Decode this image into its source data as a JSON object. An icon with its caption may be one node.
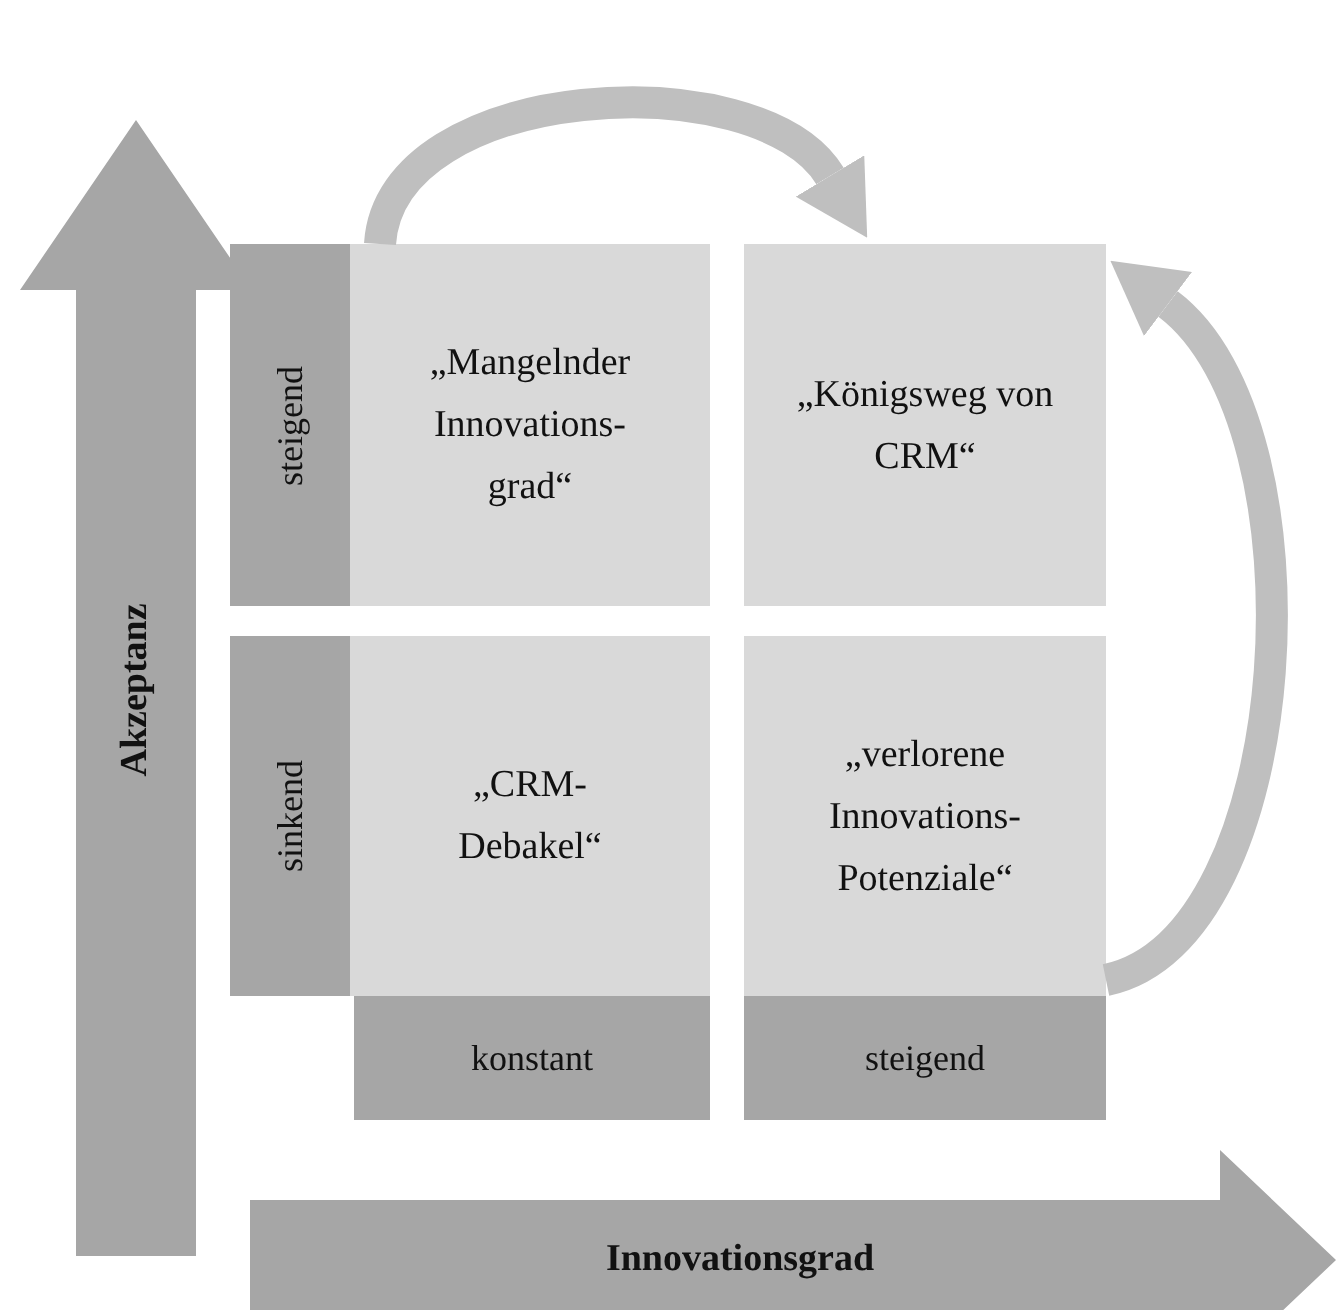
{
  "diagram": {
    "nodes": [
      {
        "text": [
          "„Mangelnder Innovations-grad“"
        ]
      },
      {
        "text": [
          "„Königsweg von CRM“"
        ]
      },
      {
        "text": [
          "„CRM-Debakel“"
        ]
      },
      {
        "text": [
          "„verlorene Innovations-Potenziale“"
        ]
      }
    ],
    "edges": [
      {
        "from": 0,
        "to": 1,
        "arrow": "to"
      },
      {
        "from": 3,
        "to": 1,
        "arrow": "to"
      }
    ],
    "labels": [
      "Akzeptanz",
      "steigend",
      "sinkend",
      "konstant",
      "steigend",
      "Innovationsgrad"
    ]
  }
}
